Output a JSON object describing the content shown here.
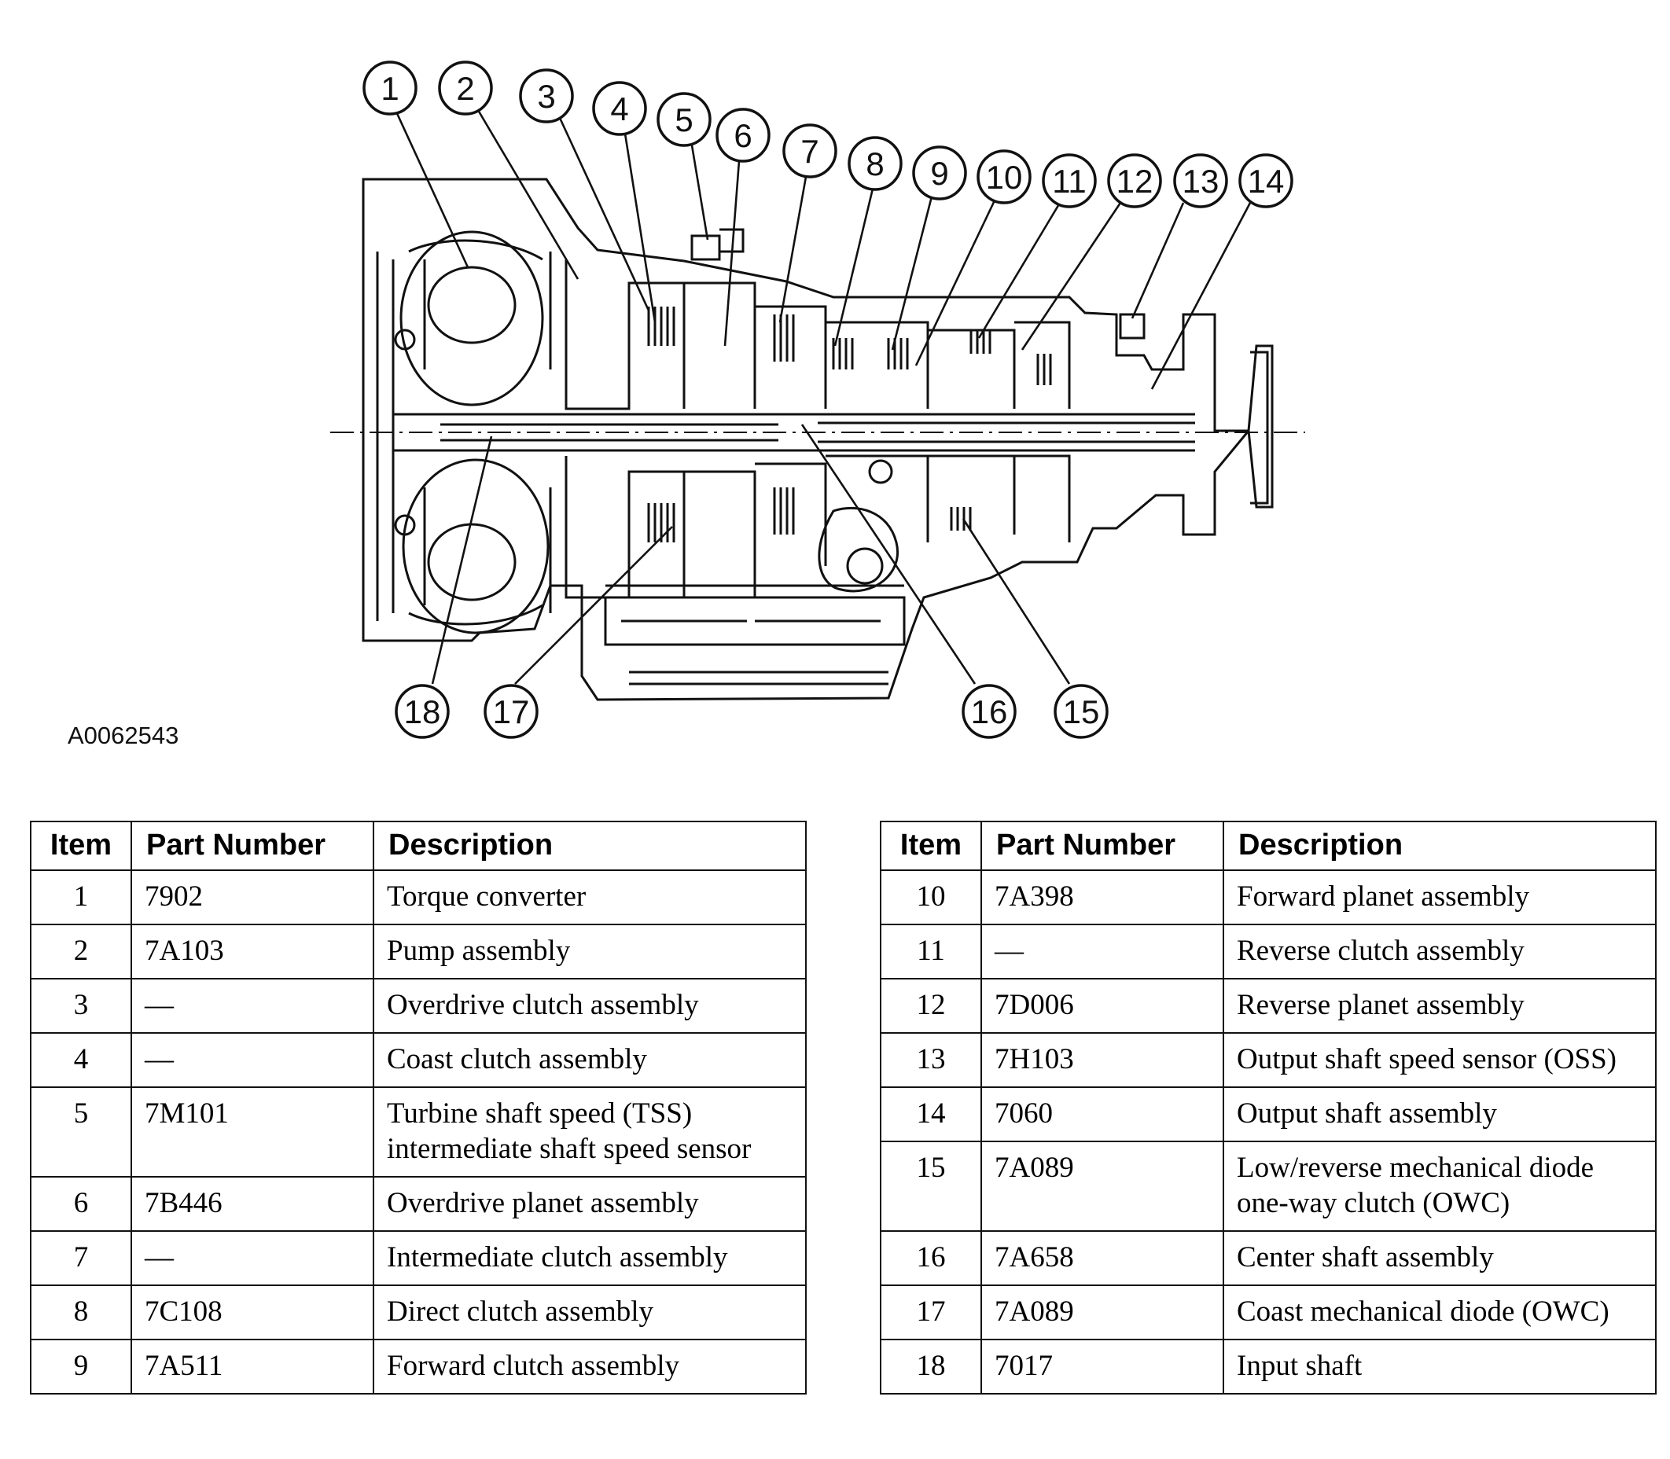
{
  "figure_id": "A0062543",
  "callouts": [
    "1",
    "2",
    "3",
    "4",
    "5",
    "6",
    "7",
    "8",
    "9",
    "10",
    "11",
    "12",
    "13",
    "14",
    "15",
    "16",
    "17",
    "18"
  ],
  "table_headers": {
    "item": "Item",
    "part_number": "Part Number",
    "description": "Description"
  },
  "table_left": [
    {
      "item": "1",
      "part": "7902",
      "desc": "Torque converter"
    },
    {
      "item": "2",
      "part": "7A103",
      "desc": "Pump assembly"
    },
    {
      "item": "3",
      "part": "—",
      "desc": "Overdrive clutch assembly"
    },
    {
      "item": "4",
      "part": "—",
      "desc": "Coast clutch assembly"
    },
    {
      "item": "5",
      "part": "7M101",
      "desc": "Turbine shaft speed (TSS) intermediate shaft speed sensor"
    },
    {
      "item": "6",
      "part": "7B446",
      "desc": "Overdrive planet assembly"
    },
    {
      "item": "7",
      "part": "—",
      "desc": "Intermediate clutch assembly"
    },
    {
      "item": "8",
      "part": "7C108",
      "desc": "Direct clutch assembly"
    },
    {
      "item": "9",
      "part": "7A511",
      "desc": "Forward clutch assembly"
    }
  ],
  "table_right": [
    {
      "item": "10",
      "part": "7A398",
      "desc": "Forward planet assembly"
    },
    {
      "item": "11",
      "part": "—",
      "desc": "Reverse clutch assembly"
    },
    {
      "item": "12",
      "part": "7D006",
      "desc": "Reverse planet assembly"
    },
    {
      "item": "13",
      "part": "7H103",
      "desc": "Output shaft speed sensor (OSS)"
    },
    {
      "item": "14",
      "part": "7060",
      "desc": "Output shaft assembly"
    },
    {
      "item": "15",
      "part": "7A089",
      "desc": "Low/reverse mechanical diode one-way clutch (OWC)"
    },
    {
      "item": "16",
      "part": "7A658",
      "desc": "Center shaft assembly"
    },
    {
      "item": "17",
      "part": "7A089",
      "desc": "Coast mechanical diode (OWC)"
    },
    {
      "item": "18",
      "part": "7017",
      "desc": "Input shaft"
    }
  ]
}
